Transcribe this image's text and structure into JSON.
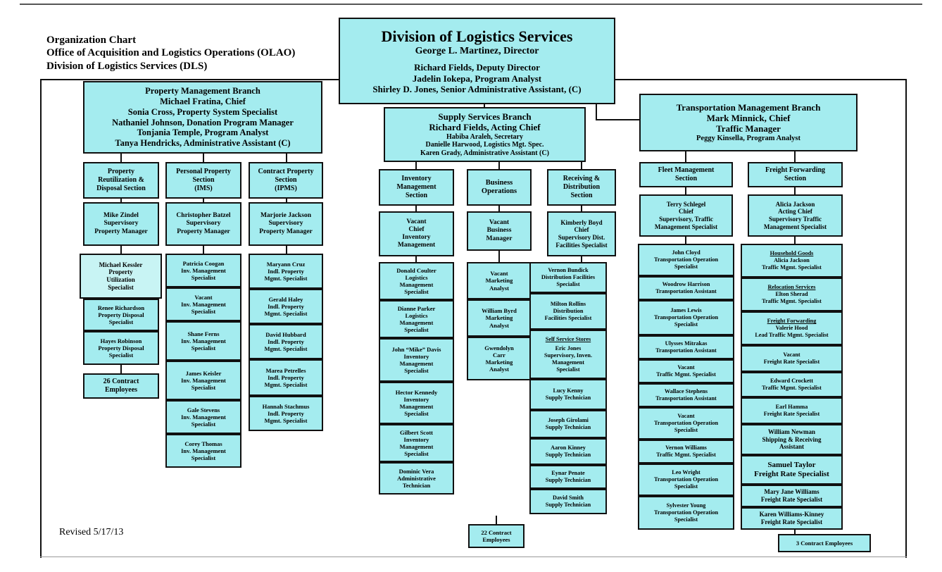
{
  "meta": {
    "corner_note": "Organization Chart\nOffice of Acquisition and Logistics Operations (OLAO)\nDivision of Logistics Services (DLS)",
    "revised": "Revised 5/17/13"
  },
  "colors": {
    "box_fill": "#a4ecef",
    "box_fill_light": "#c8f4f4",
    "line": "#101010"
  },
  "director": {
    "title": "Division of Logistics Services",
    "name": "George L. Martinez, Director",
    "staff": "Richard Fields, Deputy Director\nJadelin Iokepa, Program Analyst\nShirley D. Jones, Senior Administrative Assistant, (C)"
  },
  "property": {
    "branch": "Property Management Branch\nMichael Fratina, Chief\nSonia Cross, Property System Specialist\nNathaniel Johnson, Donation Program Manager\nTonjania Temple, Program Analyst\nTanya Hendricks, Administrative Assistant (C)",
    "reutilization": {
      "header": "Property\nReutilization &\nDisposal Section",
      "manager": "Mike Zindel\nSupervisory\nProperty Manager",
      "staff": [
        "Michael Kessler\nProperty\nUtilization\nSpecialist",
        "Renee Richardson\nProperty Disposal\nSpecialist",
        "Hayes Robinson\nProperty Disposal\nSpecialist"
      ],
      "contract": "26 Contract\nEmployees"
    },
    "personal": {
      "header": "Personal Property\nSection\n(IMS)",
      "manager": "Christopher Batzel\nSupervisory\nProperty Manager",
      "staff": [
        "Patricia Coogan\nInv. Management\nSpecialist",
        "Vacant\nInv. Management\nSpecialist",
        "Shane Ferns\nInv. Management\nSpecialist",
        "James Keisler\nInv. Management\nSpecialist",
        "Gale Stevens\nInv. Management\nSpecialist",
        "Corey Thomas\nInv. Management\nSpecialist"
      ]
    },
    "contract_property": {
      "header": "Contract Property\nSection\n(IPMS)",
      "manager": "Marjorie Jackson\nSupervisory\nProperty Manager",
      "staff": [
        "Maryann Cruz\nIndl. Property\nMgmt. Specialist",
        "Gerald Haley\nIndl. Property\nMgmt. Specialist",
        "David Hubbard\nIndl. Property\nMgmt. Specialist",
        "Marea Petrelles\nIndl. Property\nMgmt. Specialist",
        "Hannah Stachmus\nIndl. Property\nMgmt. Specialist"
      ]
    }
  },
  "supply": {
    "branch_main": "Supply Services Branch\nRichard Fields, Acting Chief",
    "branch_sub": "Habiba Araleh, Secretary\nDanielle Harwood, Logistics Mgt. Spec.\nKaren Grady, Administrative Assistant (C)",
    "inventory": {
      "header": "Inventory\nManagement\nSection",
      "manager": "Vacant\nChief\nInventory\nManagement",
      "staff": [
        "Donald Coulter\nLogistics\nManagement\nSpecialist",
        "Dianne Parker\nLogistics\nManagement\nSpecialist",
        "John “Mike” Davis\nInventory\nManagement\nSpecialist",
        "Hector Kennedy\nInventory\nManagement\nSpecialist",
        "Gilbert Scott\nInventory\nManagement\nSpecialist",
        "Dominic Vera\nAdministrative\nTechnician"
      ]
    },
    "business": {
      "header": "Business\nOperations",
      "manager": "Vacant\nBusiness\nManager",
      "staff": [
        "Vacant\nMarketing\nAnalyst",
        "William Byrd\nMarketing\nAnalyst",
        "Gwendolyn\nCarr\nMarketing\nAnalyst"
      ]
    },
    "receiving": {
      "header": "Receiving &\nDistribution\nSection",
      "manager": "Kimberly Boyd\nChief\nSupervisory Dist.\nFacilities Specialist",
      "staff_top": [
        "Vernon Bundick\nDistribution Facilities\nSpecialist",
        "Milton Rollins\nDistribution\nFacilities Specialist"
      ],
      "self_service_header": "Self Service Stores",
      "self_service_staff": "Eric Jones\nSupervisory, Inven.\nManagement\nSpecialist",
      "staff_bottom": [
        "Lucy Kenny\nSupply Technician",
        "Joseph Girolami\nSupply Technician",
        "Aaron Kinney\nSupply Technician",
        "Eynar Penate\nSupply Technician",
        "David Smith\nSupply Technician"
      ]
    },
    "contract": "22 Contract\nEmployees"
  },
  "transport": {
    "branch_main": "Transportation Management Branch\nMark Minnick, Chief\nTraffic Manager",
    "branch_sub": "Peggy Kinsella, Program Analyst",
    "fleet": {
      "header": "Fleet Management\nSection",
      "manager": "Terry Schlegel\nChief\nSupervisory, Traffic\nManagement Specialist",
      "staff": [
        "John Cloyd\nTransportation Operation\nSpecialist",
        "Woodrow Harrison\nTransportation Assistant",
        "James Lewis\nTransportation Operation\nSpecialist",
        "Ulysses Mitrakas\nTransportation Assistant",
        "Vacant\nTraffic Mgmt. Specialist",
        "Wallace Stephens\nTransportation Assistant",
        "Vacant\nTransportation Operation\nSpecialist",
        "Vernon Williams\nTraffic Mgmt. Specialist",
        "Leo Wright\nTransportation Operation\nSpecialist",
        "Sylvester Young\nTransportation Operation\nSpecialist"
      ]
    },
    "freight": {
      "header": "Freight Forwarding\nSection",
      "manager": "Alicia Jackson\nActing Chief\nSupervisory Traffic\nManagement Specialist",
      "groups": [
        {
          "header": "Household Goods",
          "body": "Alicia Jackson\nTraffic Mgmt. Specialist"
        },
        {
          "header": "Relocation Services",
          "body": "Elton Sherad\nTraffic Mgmt. Specialist"
        },
        {
          "header": "Freight Forwarding",
          "body": "Valerie Hood\nLead Traffic Mgmt. Specialist"
        }
      ],
      "staff": [
        "Vacant\nFreight Rate Specialist",
        "Edward Crockett\nTraffic Mgmt. Specialist",
        "Earl Hamma\nFreight Rate Specialist",
        "William Newman\nShipping & Receiving\nAssistant",
        "Samuel Taylor\nFreight Rate Specialist",
        "Mary Jane Williams\nFreight Rate Specialist",
        "Karen Williams-Kinney\nFreight Rate Specialist"
      ]
    },
    "contract": "3 Contract Employees"
  }
}
